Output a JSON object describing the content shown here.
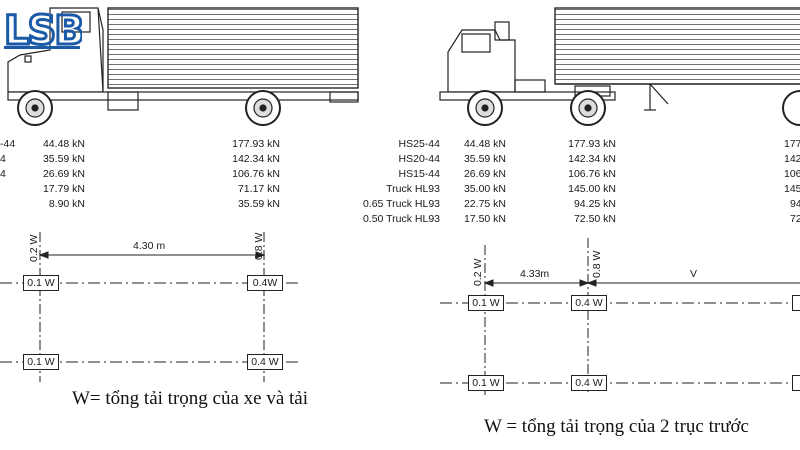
{
  "logo": {
    "text": "LSB",
    "color": "#1b5aa6"
  },
  "left": {
    "table": [
      {
        "name": "-44",
        "front": "44.48 kN",
        "rear": "177.93 kN"
      },
      {
        "name": "4",
        "front": "35.59 kN",
        "rear": "142.34 kN"
      },
      {
        "name": "4",
        "front": "26.69 kN",
        "rear": "106.76 kN"
      },
      {
        "name": "",
        "front": "17.79 kN",
        "rear": "71.17 kN"
      },
      {
        "name": "",
        "front": "8.90 kN",
        "rear": "35.59 kN"
      }
    ],
    "front_axle_label": "0.2 W",
    "rear_axle_label": "0.8 W",
    "spacing": "4.30 m",
    "front_wheel": "0.1 W",
    "rear_wheel": "0.4W",
    "front_wheel_b": "0.1 W",
    "rear_wheel_b": "0.4 W",
    "caption": "W= tổng tải trọng của xe và tải"
  },
  "right": {
    "table": [
      {
        "name": "HS25-44",
        "front": "44.48 kN",
        "rear": "177.93 kN",
        "far": "177"
      },
      {
        "name": "HS20-44",
        "front": "35.59 kN",
        "rear": "142.34 kN",
        "far": "142"
      },
      {
        "name": "HS15-44",
        "front": "26.69 kN",
        "rear": "106.76 kN",
        "far": "106"
      },
      {
        "name": "Truck HL93",
        "front": "35.00 kN",
        "rear": "145.00 kN",
        "far": "145"
      },
      {
        "name": "0.65 Truck HL93",
        "front": "22.75 kN",
        "rear": "94.25 kN",
        "far": "94"
      },
      {
        "name": "0.50 Truck HL93",
        "front": "17.50 kN",
        "rear": "72.50 kN",
        "far": "72"
      }
    ],
    "front_axle_label": "0.2 W",
    "mid_axle_label": "0.8 W",
    "spacing": "4.33m",
    "spacing_v": "V",
    "front_wheel": "0.1 W",
    "mid_wheel": "0.4 W",
    "front_wheel_b": "0.1 W",
    "mid_wheel_b": "0.4 W",
    "caption": "W = tổng tải trọng của 2 trục trước"
  }
}
